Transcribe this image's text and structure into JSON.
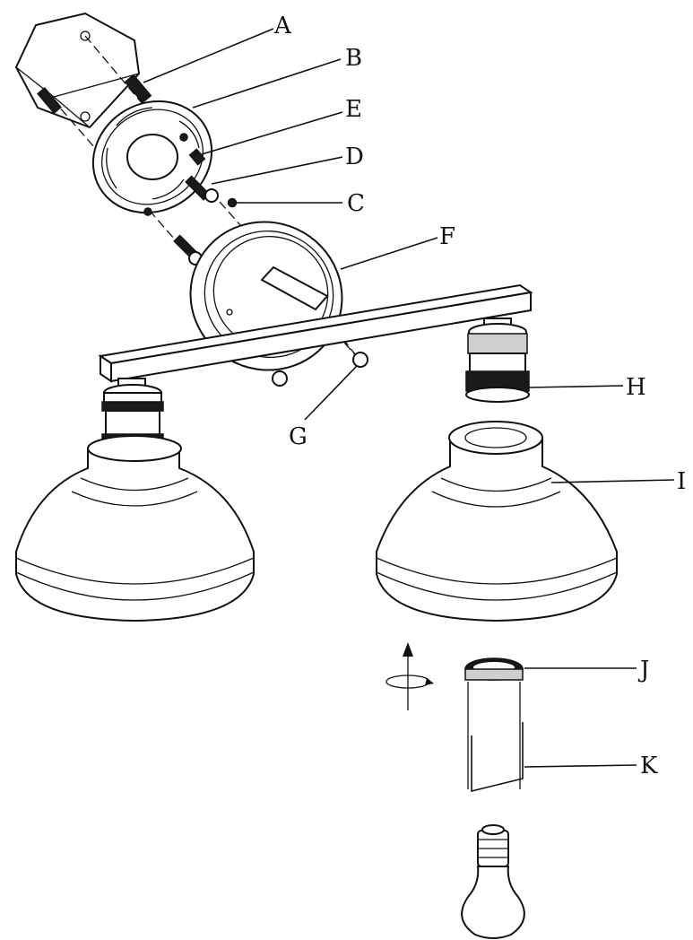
{
  "parts": [
    {
      "id": "A",
      "label": "A"
    },
    {
      "id": "B",
      "label": "B"
    },
    {
      "id": "E",
      "label": "E"
    },
    {
      "id": "D",
      "label": "D"
    },
    {
      "id": "C",
      "label": "C"
    },
    {
      "id": "F",
      "label": "F"
    },
    {
      "id": "G",
      "label": "G"
    },
    {
      "id": "H",
      "label": "H"
    },
    {
      "id": "I",
      "label": "I"
    },
    {
      "id": "J",
      "label": "J"
    },
    {
      "id": "K",
      "label": "K"
    }
  ],
  "icons": {
    "rotation": "rotate-arrow-icon"
  }
}
